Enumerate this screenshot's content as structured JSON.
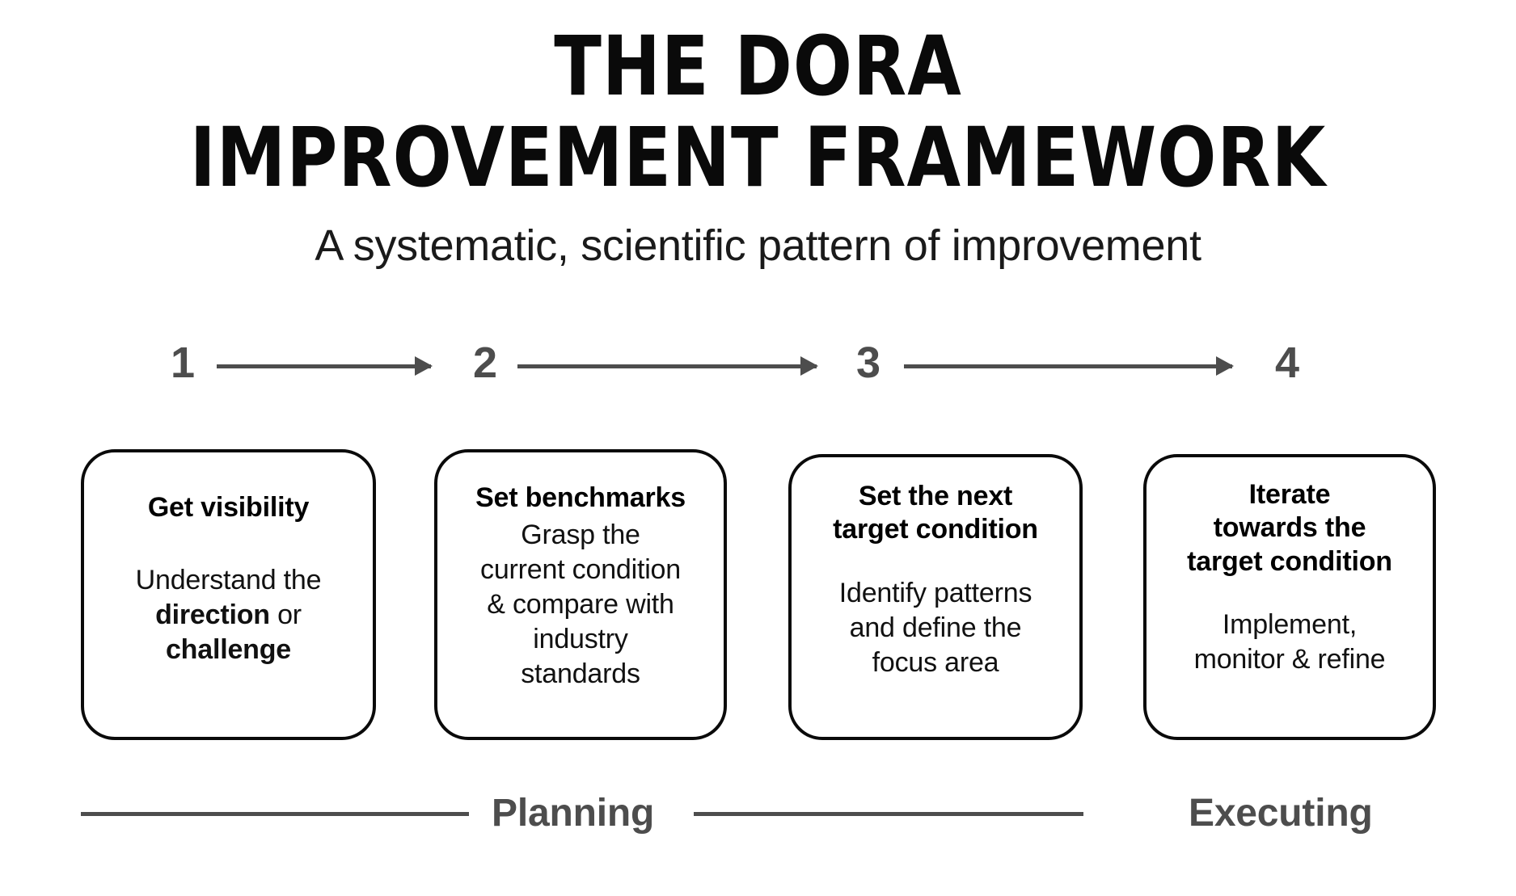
{
  "header": {
    "title_line_1": "THE DORA",
    "title_line_2": "IMPROVEMENT FRAMEWORK",
    "subtitle": "A systematic, scientific pattern of improvement"
  },
  "flow": {
    "steps": [
      {
        "number": "1"
      },
      {
        "number": "2"
      },
      {
        "number": "3"
      },
      {
        "number": "4"
      }
    ],
    "arrow_icon": "arrow-right-icon",
    "arrow_color": "#4d4d4d"
  },
  "cards": [
    {
      "step": "1",
      "title": "Get visibility",
      "body_prefix": "Understand the\n",
      "body_bold_1": "direction",
      "body_mid": " or\n",
      "body_bold_2": "challenge"
    },
    {
      "step": "2",
      "title": "Set benchmarks",
      "body": "Grasp the\ncurrent condition\n& compare with\nindustry\nstandards"
    },
    {
      "step": "3",
      "title": "Set the next\ntarget condition",
      "body": "Identify patterns\nand define the\nfocus area"
    },
    {
      "step": "4",
      "title": "Iterate\ntowards the\ntarget condition",
      "body": "Implement,\nmonitor & refine"
    }
  ],
  "phases": {
    "planning_label": "Planning",
    "executing_label": "Executing",
    "line_color": "#4d4d4d"
  },
  "colors": {
    "background": "#ffffff",
    "text": "#000000",
    "accent_gray": "#4d4d4d",
    "card_border": "#0a0a0a"
  }
}
